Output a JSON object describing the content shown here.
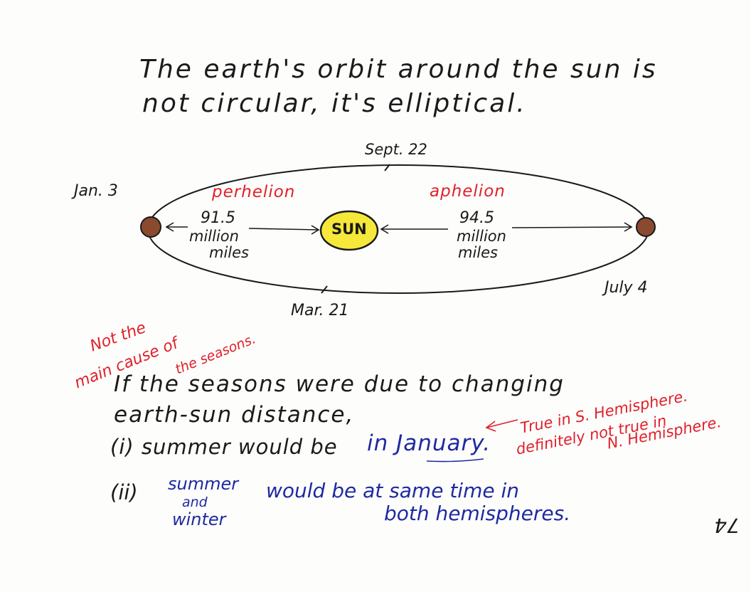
{
  "title": {
    "line1": "The earth's orbit around the sun is",
    "line2": "not circular, it's elliptical."
  },
  "orbit": {
    "sept": "Sept. 22",
    "mar": "Mar. 21",
    "jan": "Jan. 3",
    "july": "July 4",
    "perihelion": "perhelion",
    "aphelion": "aphelion",
    "sun": "SUN",
    "near_dist": {
      "value": "91.5",
      "l2": "million",
      "l3": "miles"
    },
    "far_dist": {
      "value": "94.5",
      "l2": "million",
      "l3": "miles"
    }
  },
  "note": {
    "l1": "Not the",
    "l2": "main cause of",
    "l3": "the seasons."
  },
  "body": {
    "line1": "If the seasons were due to changing",
    "line2": "earth-sun distance,",
    "item1_prefix": "(i) summer would be",
    "item1_value": "in January.",
    "item1_note_l1": "True in S. Hemisphere.",
    "item1_note_l2": "definitely not true in",
    "item1_note_l3": "N. Hemisphere.",
    "item2_prefix": "(ii)",
    "item2_a1": "summer",
    "item2_a2": "and",
    "item2_a3": "winter",
    "item2_b1": "would be at same time in",
    "item2_b2": "both hemispheres."
  },
  "page_number": "74",
  "colors": {
    "ink": "#1a1a1a",
    "red": "#e0202a",
    "blue": "#1e2aa0",
    "sun": "#f5e83a",
    "earth": "#8a4a2e"
  }
}
